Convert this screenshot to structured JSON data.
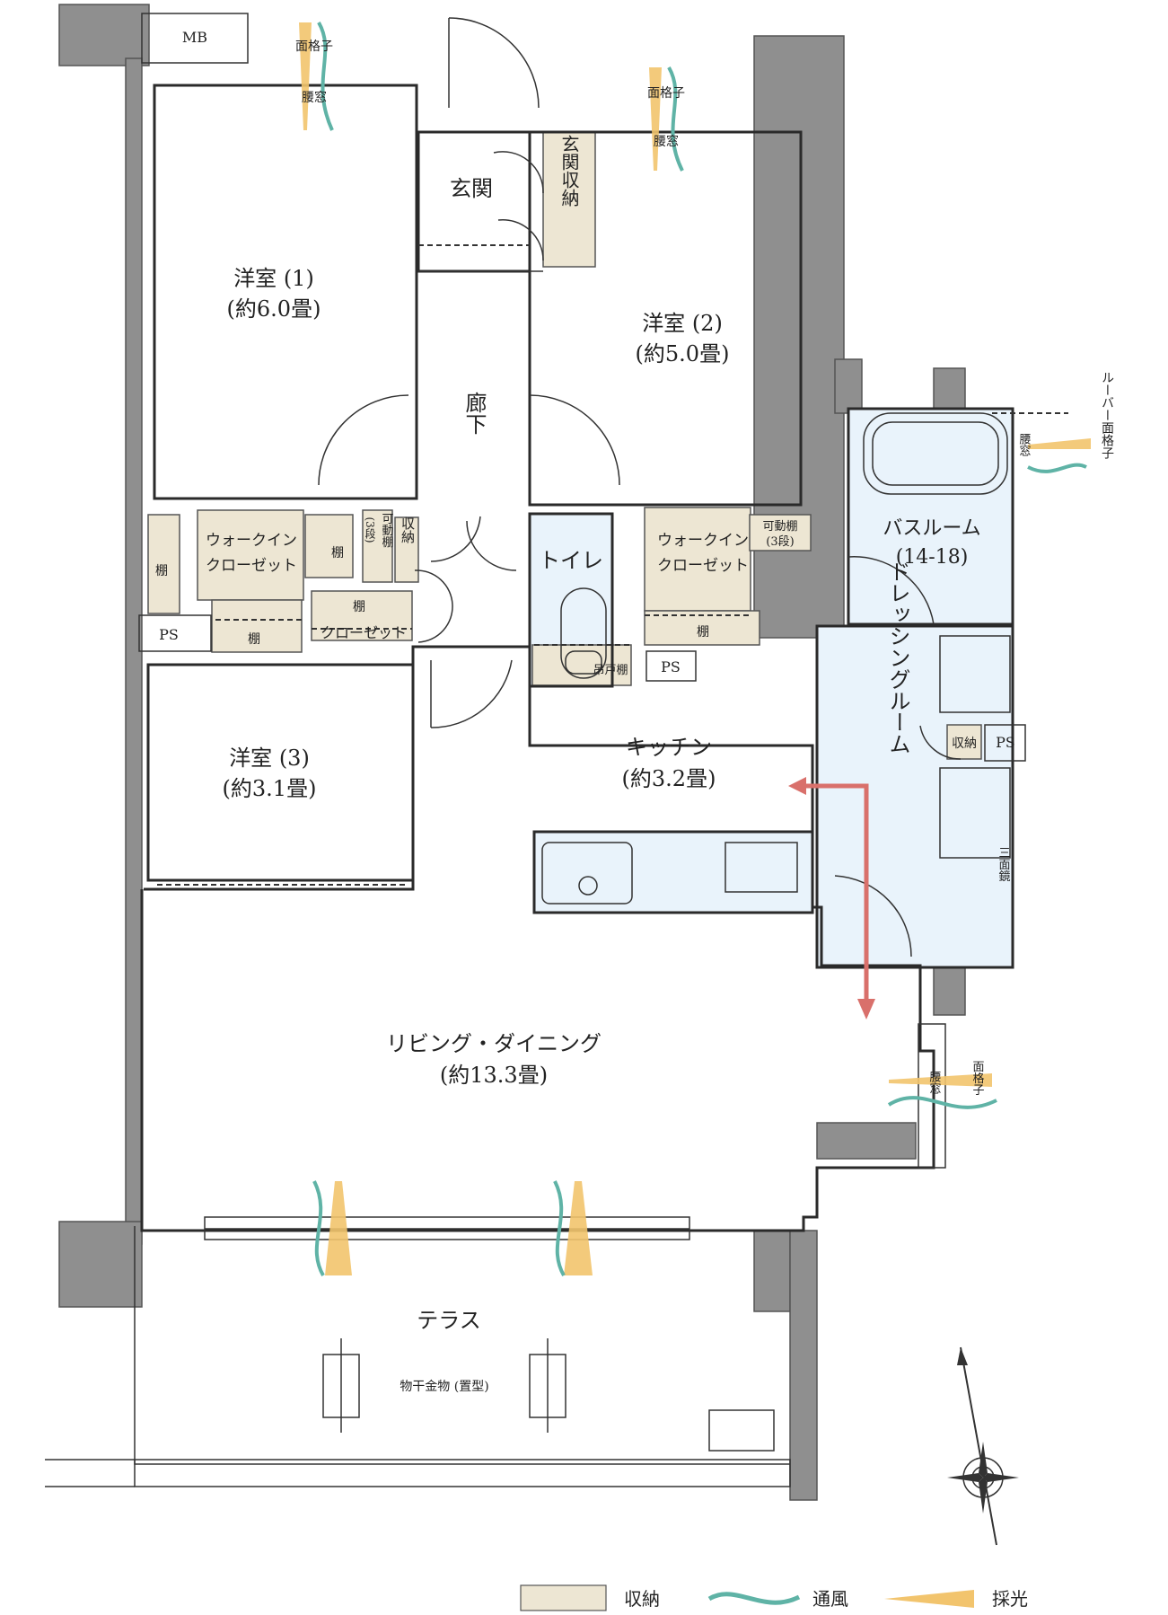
{
  "rooms": {
    "western1": {
      "name": "洋室 (1)",
      "size": "(約6.0畳)"
    },
    "western2": {
      "name": "洋室 (2)",
      "size": "(約5.0畳)"
    },
    "western3": {
      "name": "洋室 (3)",
      "size": "(約3.1畳)"
    },
    "living": {
      "name": "リビング・ダイニング",
      "size": "(約13.3畳)"
    },
    "kitchen": {
      "name": "キッチン",
      "size": "(約3.2畳)"
    },
    "entrance": "玄関",
    "entrance_storage": "玄関収納",
    "hallway": "廊下",
    "toilet": "トイレ",
    "bathroom": {
      "name": "バスルーム",
      "size": "(14-18)"
    },
    "dressing": "ドレッシングルーム",
    "terrace": "テラス"
  },
  "storage": {
    "wic1_name": "ウォークイン",
    "wic1_name2": "クローゼット",
    "wic2_name": "ウォークイン",
    "wic2_name2": "クローゼット",
    "closet": "クローゼット",
    "shelf": "棚",
    "movable_shelf_3": "可動棚",
    "movable_shelf_3b": "(3段)",
    "small_storage": "収納",
    "hanging_shelf": "吊戸棚",
    "dressing_storage": "収納"
  },
  "fixtures": {
    "mb": "MB",
    "ps": "PS",
    "louver_grille": "ルーバー面格子",
    "grille": "面格子",
    "waist_window": "腰窓",
    "three_mirror": "三面鏡",
    "drying_rack": "物干金物 (置型)"
  },
  "legend": {
    "storage": "収納",
    "ventilation": "通風",
    "daylight": "採光"
  },
  "colors": {
    "storage_fill": "#ede6d3",
    "wet_area_fill": "#e9f3fb",
    "wall": "#8f8f8f",
    "ventilation": "#5fb3a6",
    "daylight": "#f2c46d",
    "arrow": "#d9706b"
  }
}
